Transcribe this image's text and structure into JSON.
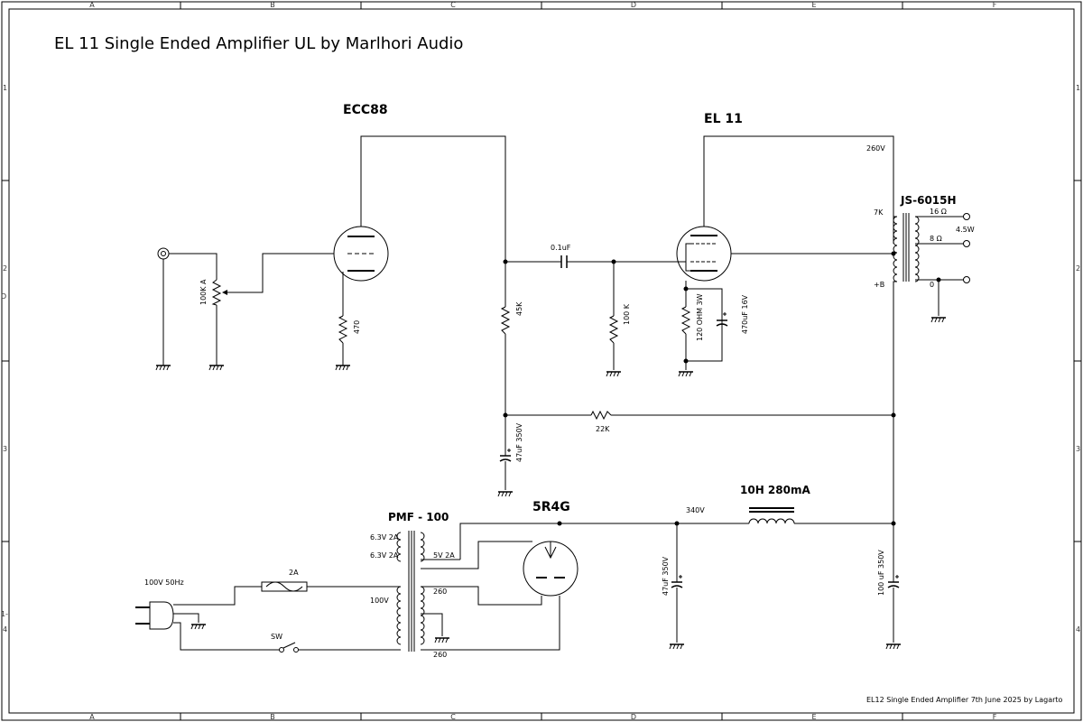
{
  "title": "EL 11 Single Ended Amplifier UL  by Marlhori Audio",
  "footer": "EL12 Single Ended Amplifier 7th June 2025 by Lagarto",
  "border": {
    "columns": [
      "A",
      "B",
      "C",
      "D",
      "E",
      "F"
    ],
    "rows": [
      "1",
      "2",
      "3",
      "4"
    ],
    "row_extra_left": [
      "D",
      "1-"
    ]
  },
  "tubes": {
    "ecc88": "ECC88",
    "el11": "EL 11",
    "rect": "5R4G"
  },
  "output_transformer": {
    "name": "JS-6015H",
    "primary": "7K",
    "b_plus": "+B",
    "tap16": "16 Ω",
    "tap8": "8 Ω",
    "tap0": "0",
    "power": "4.5W"
  },
  "voltages": {
    "v260": "260V",
    "v340": "340V"
  },
  "components": {
    "pot": "100K A",
    "r470": "470",
    "r45k": "45K",
    "c01": "0.1uF",
    "r100k": "100 K",
    "r120": "120 OHM 3W",
    "c470": "470uF 16V",
    "r22k": "22K",
    "c47a": "47uF 350V",
    "c47b": "47uF 350V",
    "c100": "100 uF 350V",
    "choke": "10H 280mA",
    "fuse": "2A",
    "mains": "100V 50Hz",
    "switch": "SW"
  },
  "power_transformer": {
    "name": "PMF - 100",
    "h1": "6.3V 2A",
    "h2": "6.3V 2A",
    "primary": "100V",
    "rect_heater": "5V 2A",
    "hv1": "260",
    "hv2": "260"
  }
}
